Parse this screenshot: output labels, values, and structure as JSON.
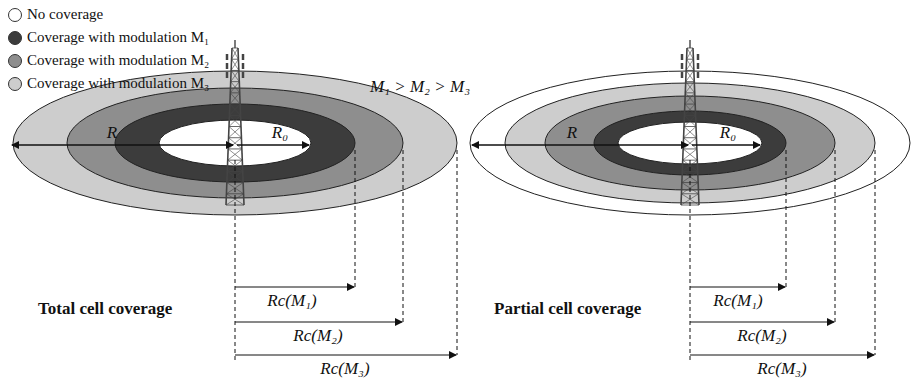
{
  "diagram": {
    "labels": [
      "M₁ > M₂ > M₃",
      "R",
      "R₀",
      "Total cell coverage",
      "Rc(M₁)",
      "Rc(M₂)",
      "Rc(M₃)",
      "R",
      "R₀",
      "Partial cell coverage",
      "Rc(M₁)",
      "Rc(M₂)",
      "Rc(M₃)"
    ],
    "legend": [
      {
        "text": "No coverage",
        "color": "#ffffff"
      },
      {
        "text": "Coverage with modulation M₁",
        "color": "#3c3c3c"
      },
      {
        "text": "Coverage with modulation M₂",
        "color": "#8e8e8e"
      },
      {
        "text": "Coverage with modulation M₃",
        "color": "#cdcdcd"
      }
    ]
  }
}
